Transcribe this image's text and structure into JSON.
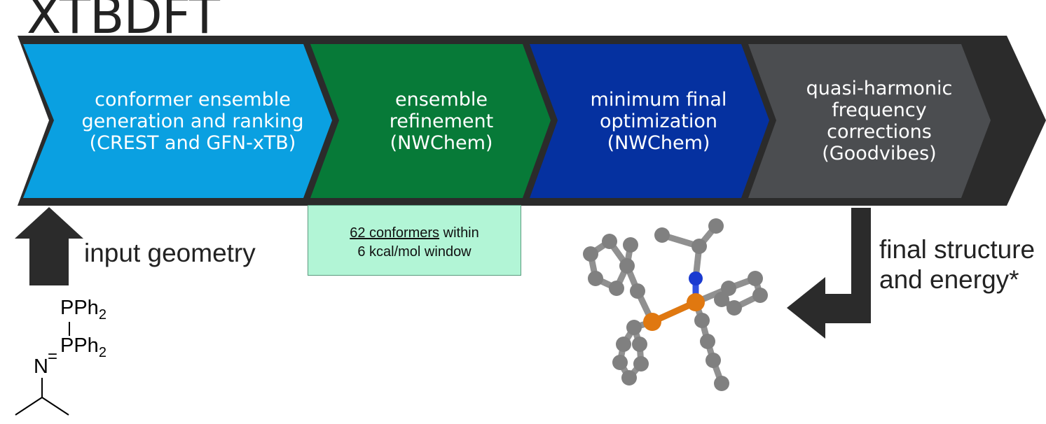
{
  "title": "XTBDFT",
  "stages": [
    {
      "label": "conformer ensemble\ngeneration and ranking\n(CREST and GFN-xTB)",
      "color": "#0aa0e1"
    },
    {
      "label": "ensemble\nrefinement\n(NWChem)",
      "color": "#077a38"
    },
    {
      "label": "minimum final\noptimization\n(NWChem)",
      "color": "#0531a0"
    },
    {
      "label": "quasi-harmonic\nfrequency\ncorrections\n(Goodvibes)",
      "color": "#4b4d50"
    }
  ],
  "conformer_note": {
    "count_text": "62 conformers",
    "rest_line1": " within",
    "line2": "6 kcal/mol window"
  },
  "input_label": "input geometry",
  "output_label": "final structure\nand energy*",
  "molecule_labels": {
    "p1": "PPh",
    "p1_sub": "2",
    "p2": "PPh",
    "p2_sub": "2",
    "n": "N",
    "bond": "="
  },
  "colors": {
    "arrow": "#2b2b2b",
    "carbon": "#808080",
    "phosphorus": "#e07810",
    "nitrogen": "#1a3ad0"
  }
}
